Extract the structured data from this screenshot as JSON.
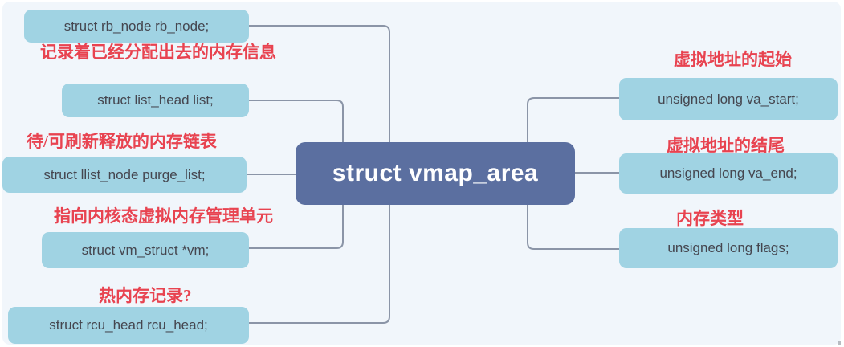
{
  "center_node": {
    "label": "struct vmap_area"
  },
  "left_nodes": [
    {
      "label": "struct rb_node rb_node;",
      "annotation": "记录着已经分配出去的内存信息"
    },
    {
      "label": "struct list_head list;",
      "annotation": ""
    },
    {
      "label": "struct llist_node purge_list;",
      "annotation": "待/可刷新释放的内存链表"
    },
    {
      "label": "struct vm_struct *vm;",
      "annotation": "指向内核态虚拟内存管理单元"
    },
    {
      "label": "struct rcu_head rcu_head;",
      "annotation": "热内存记录?"
    }
  ],
  "right_nodes": [
    {
      "label": "unsigned long va_start;",
      "annotation": "虚拟地址的起始"
    },
    {
      "label": "unsigned long va_end;",
      "annotation": "虚拟地址的结尾"
    },
    {
      "label": "unsigned long flags;",
      "annotation": "内存类型"
    }
  ],
  "colors": {
    "background": "#f1f6fb",
    "field_node_fill": "#a0d3e3",
    "center_node_fill": "#5b6fa0",
    "node_text": "#45464f",
    "center_text": "#ffffff",
    "annotation_text": "#e84350",
    "connector": "#8b95a7"
  }
}
